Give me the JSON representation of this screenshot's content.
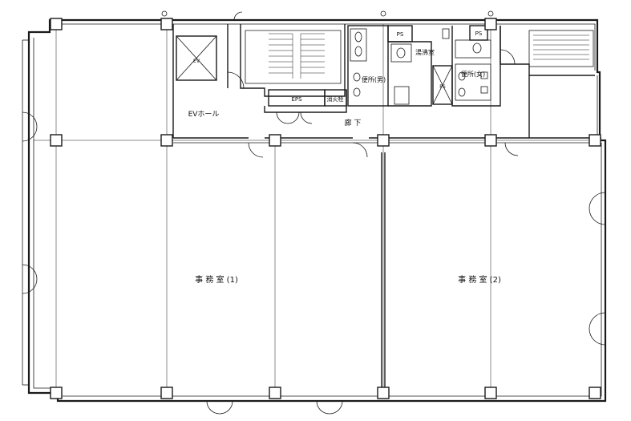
{
  "labels": {
    "office1": "事 務 室 (1)",
    "office2": "事 務 室 (2)",
    "ev_hall": "EVホール",
    "corridor": "廊 下",
    "ev": "EV",
    "eps": "EPS",
    "fire_hydrant": "消火栓",
    "ps_top": "PS",
    "ps_right": "PS",
    "ps_shaft": "PS",
    "kitchenette": "湯沸室",
    "wc_men": "便所(男)",
    "wc_women": "便所(女)"
  },
  "colors": {
    "line": "#1a1a1a",
    "background": "#ffffff"
  }
}
